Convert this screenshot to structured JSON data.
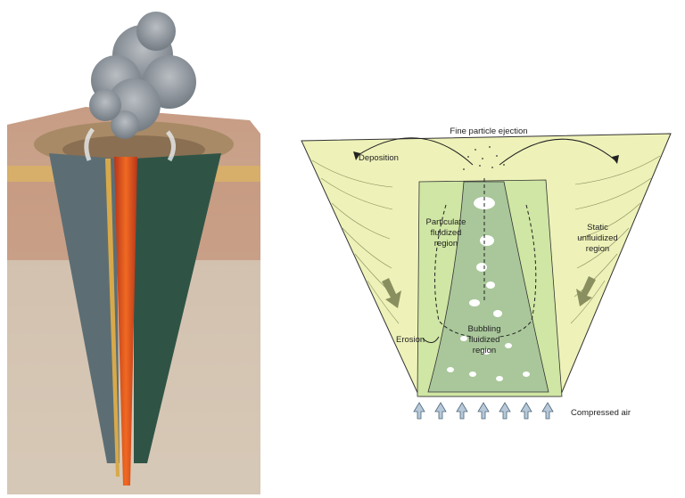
{
  "colors": {
    "background": "#ffffff",
    "cone_yellow": "#eef2b8",
    "fluid_green": "#cfe6a4",
    "bubble_zone": "#a9c79a",
    "magma": "#e2561c",
    "rock_dark": "#3d5a4c",
    "ground": "#c9a98b",
    "ash_cloud": "#8e959c"
  },
  "labels": {
    "fine_particle_ejection": "Fine particle ejection",
    "deposition": "Deposition",
    "particulate_1": "Particulate",
    "particulate_2": "fluidized",
    "particulate_3": "region",
    "static_1": "Static",
    "static_2": "unfluidized",
    "static_3": "region",
    "erosion": "Erosion",
    "bubbling_1": "Bubbling",
    "bubbling_2": "fluidized",
    "bubbling_3": "region",
    "compressed_air": "Compressed air"
  },
  "icons": {
    "air_arrow": "up-arrow-icon",
    "flow_arrow": "down-arrow-icon",
    "cloud": "ash-cloud-icon"
  }
}
